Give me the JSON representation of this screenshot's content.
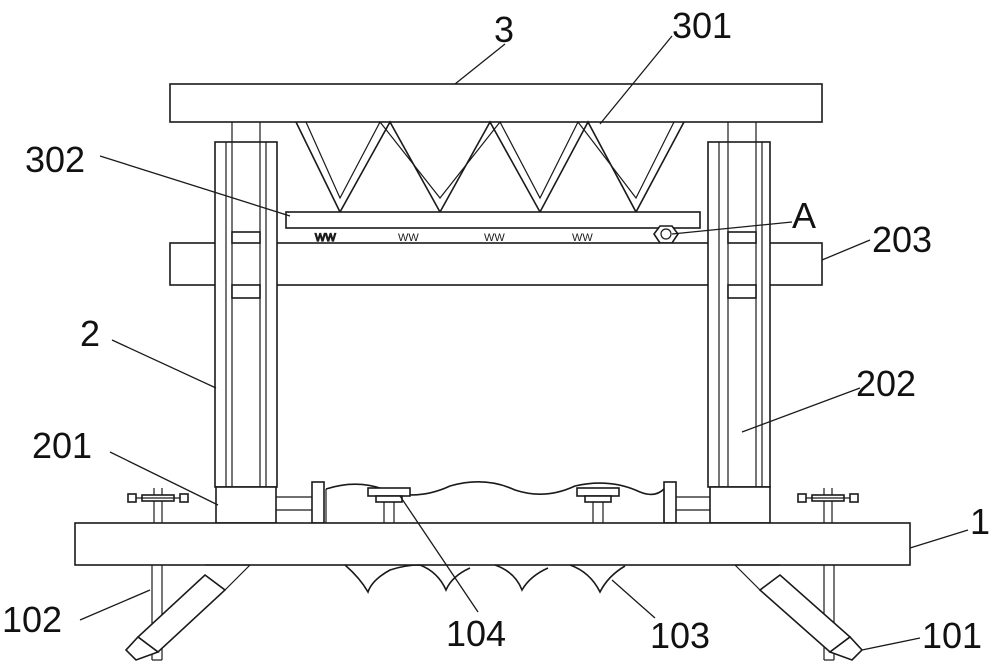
{
  "labels": {
    "l3": "3",
    "l301": "301",
    "l302": "302",
    "lA": "A",
    "l203": "203",
    "l2": "2",
    "l202": "202",
    "l201": "201",
    "l1": "1",
    "l102": "102",
    "l104": "104",
    "l103": "103",
    "l101": "101"
  }
}
